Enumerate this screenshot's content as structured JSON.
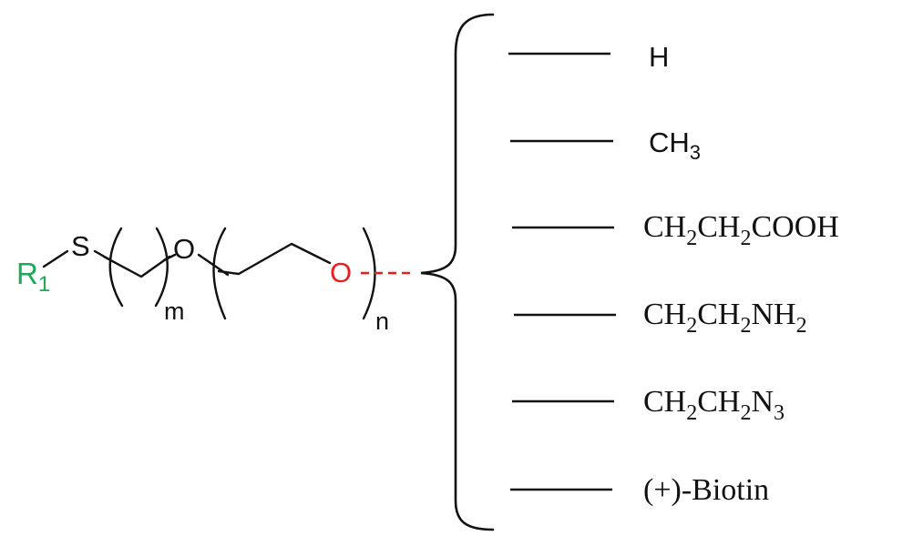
{
  "diagram": {
    "type": "chemical-structure",
    "description": "Thiol-PEG linker with variable end groups",
    "r_group": {
      "label": "R",
      "subscript": "1",
      "color": "#1faa5a"
    },
    "atoms": {
      "sulfur": "S",
      "ether_oxygen": "O",
      "terminal_oxygen": "O",
      "terminal_oxygen_color": "#ee1c1c"
    },
    "repeat_indices": {
      "first": "m",
      "second": "n"
    },
    "linker_bond": {
      "style": "dashed",
      "color": "#ee1c1c"
    },
    "substituents": [
      {
        "main": "H",
        "parts": [
          {
            "t": "H"
          }
        ]
      },
      {
        "main": "CH3",
        "parts": [
          {
            "t": "CH"
          },
          {
            "s": "3"
          }
        ]
      },
      {
        "main": "CH2CH2COOH",
        "parts": [
          {
            "t": "CH"
          },
          {
            "s": "2"
          },
          {
            "t": "CH"
          },
          {
            "s": "2"
          },
          {
            "t": "COOH"
          }
        ]
      },
      {
        "main": "CH2CH2NH2",
        "parts": [
          {
            "t": "CH"
          },
          {
            "s": "2"
          },
          {
            "t": "CH"
          },
          {
            "s": "2"
          },
          {
            "t": "NH"
          },
          {
            "s": "2"
          }
        ]
      },
      {
        "main": "CH2CH2N3",
        "parts": [
          {
            "t": "CH"
          },
          {
            "s": "2"
          },
          {
            "t": "CH"
          },
          {
            "s": "2"
          },
          {
            "t": "N"
          },
          {
            "s": "3"
          }
        ]
      },
      {
        "main": "(+)-Biotin",
        "parts": [
          {
            "t": "(+)-Biotin"
          }
        ]
      }
    ]
  },
  "labels": {
    "r": "R",
    "r_sub": "1",
    "s": "S",
    "o1": "O",
    "o2": "O",
    "m": "m",
    "n": "n",
    "sub0": "H",
    "sub1_a": "CH",
    "sub1_b": "3",
    "sub2_a": "CH",
    "sub2_b": "2",
    "sub2_c": "CH",
    "sub2_d": "2",
    "sub2_e": "COOH",
    "sub3_a": "CH",
    "sub3_b": "2",
    "sub3_c": "CH",
    "sub3_d": "2",
    "sub3_e": "NH",
    "sub3_f": "2",
    "sub4_a": "CH",
    "sub4_b": "2",
    "sub4_c": "CH",
    "sub4_d": "2",
    "sub4_e": "N",
    "sub4_f": "3",
    "sub5": "(+)-Biotin"
  }
}
